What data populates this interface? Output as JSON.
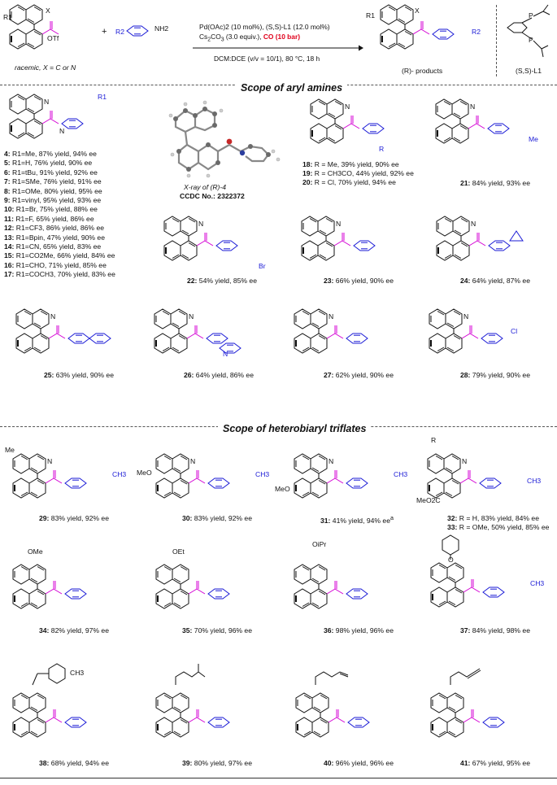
{
  "header": {
    "reactant_left_label": "racemic, X = C or N",
    "plus": "+",
    "reagents_line1": "Pd(OAc)2 (10 mol%), (S,S)-L1 (12.0 mol%)",
    "reagents_cat": "Pd(OAc)",
    "reagents_cat_sub": "2",
    "reagents_cat_tail": " (10 mol%), (",
    "reagents_ss": "S,S",
    "reagents_ligand": ")-L1 (12.0 mol%)",
    "reagents_base": "Cs",
    "reagents_base_sub1": "2",
    "reagents_base_co": "CO",
    "reagents_base_sub2": "3",
    "reagents_base_tail": " (3.0 equiv.), ",
    "reagents_co": "CO (10 bar)",
    "conditions": "DCM:DCE (v/v = 10/1), 80 °C, 18 h",
    "product_label_prefix": "(R)- products",
    "ligand_label": "(S,S)-L1",
    "r1": "R1",
    "r2": "R2",
    "otf": "OTf",
    "nh2": "NH2",
    "x": "X"
  },
  "section1_title": "Scope of aryl amines",
  "section2_title": "Scope of heterobiaryl triflates",
  "xray": {
    "line1": "X-ray of (R)-4",
    "line2": "CCDC No.: 2322372"
  },
  "compound_list_4_17": [
    {
      "num": "4:",
      "text": " R1=Me, 87% yield, 94% ee"
    },
    {
      "num": "5:",
      "text": " R1=H, 76% yield, 90% ee"
    },
    {
      "num": "6:",
      "text": " R1=tBu, 91% yield, 92% ee"
    },
    {
      "num": "7:",
      "text": " R1=SMe, 76% yield, 91% ee"
    },
    {
      "num": "8:",
      "text": " R1=OMe, 80% yield, 95% ee"
    },
    {
      "num": "9:",
      "text": " R1=vinyl, 95% yield, 93% ee"
    },
    {
      "num": "10:",
      "text": " R1=Br, 75% yield, 88% ee"
    },
    {
      "num": "11:",
      "text": " R1=F, 65% yield, 86% ee"
    },
    {
      "num": "12:",
      "text": " R1=CF3, 86% yield, 86% ee"
    },
    {
      "num": "13:",
      "text": " R1=Bpin, 47% yield, 90% ee"
    },
    {
      "num": "14:",
      "text": " R1=CN, 65% yield, 83% ee"
    },
    {
      "num": "15:",
      "text": " R1=CO2Me, 66% yield, 84% ee"
    },
    {
      "num": "16:",
      "text": " R1=CHO, 71% yield, 85% ee"
    },
    {
      "num": "17:",
      "text": " R1=COCH3, 70% yield, 83% ee"
    }
  ],
  "list_18_20": [
    {
      "num": "18:",
      "text": " R = Me, 39% yield, 90% ee"
    },
    {
      "num": "19:",
      "text": " R = CH3CO, 44% yield, 92% ee"
    },
    {
      "num": "20:",
      "text": " R = Cl, 70% yield, 94% ee"
    }
  ],
  "list_32_33": [
    {
      "num": "32:",
      "text": " R = H, 83% yield, 84% ee"
    },
    {
      "num": "33:",
      "text": " R = OMe, 50% yield, 85% ee"
    }
  ],
  "captions": {
    "c21": {
      "num": "21:",
      "text": " 84% yield, 93% ee"
    },
    "c22": {
      "num": "22:",
      "text": " 54% yield, 85% ee"
    },
    "c23": {
      "num": "23:",
      "text": " 66% yield, 90% ee"
    },
    "c24": {
      "num": "24:",
      "text": " 64% yield, 87% ee"
    },
    "c25": {
      "num": "25:",
      "text": " 63% yield, 90% ee"
    },
    "c26": {
      "num": "26:",
      "text": " 64% yield, 86% ee"
    },
    "c27": {
      "num": "27:",
      "text": " 62% yield, 90% ee"
    },
    "c28": {
      "num": "28:",
      "text": " 79% yield, 90% ee"
    },
    "c29": {
      "num": "29:",
      "text": " 83% yield, 92% ee"
    },
    "c30": {
      "num": "30:",
      "text": " 83% yield, 92% ee"
    },
    "c31": {
      "num": "31:",
      "text": " 41% yield, 94% ee",
      "sup": "a"
    },
    "c34": {
      "num": "34:",
      "text": " 82% yield, 97% ee"
    },
    "c35": {
      "num": "35:",
      "text": " 70% yield, 96% ee"
    },
    "c36": {
      "num": "36:",
      "text": " 98% yield, 96% ee"
    },
    "c37": {
      "num": "37:",
      "text": " 84% yield, 98% ee"
    },
    "c38": {
      "num": "38:",
      "text": " 68% yield, 94% ee"
    },
    "c39": {
      "num": "39:",
      "text": " 80% yield, 97% ee"
    },
    "c40": {
      "num": "40:",
      "text": " 96% yield, 96% ee"
    },
    "c41": {
      "num": "41:",
      "text": " 67% yield, 95% ee"
    }
  },
  "substituents": {
    "me": "Me",
    "ch3": "CH3",
    "br": "Br",
    "cl": "Cl",
    "ome": "OMe",
    "oet": "OEt",
    "oipr": "OiPr",
    "meo": "MeO",
    "meo2c": "MeO2C",
    "r": "R",
    "r1": "R1",
    "n": "N",
    "h": "H",
    "o": "O",
    "p": "P"
  },
  "colors": {
    "amide": "#d400d4",
    "amine": "#1b1bd6",
    "co_red": "#e0001b",
    "bond": "#111111"
  }
}
